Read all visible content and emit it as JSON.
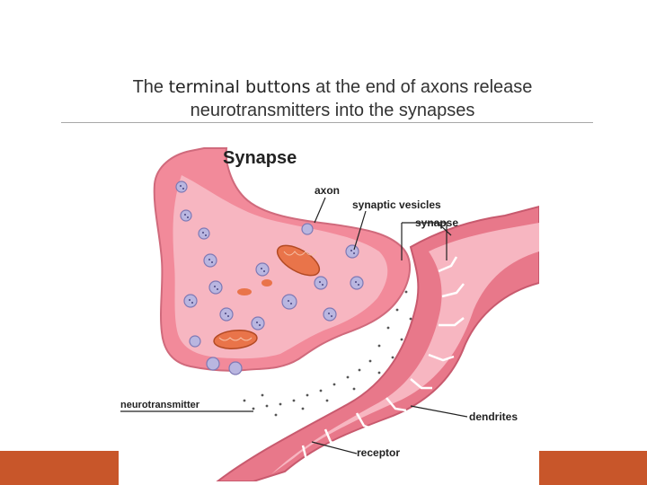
{
  "caption": {
    "before": "The ",
    "emphasis": "terminal buttons",
    "after": " at the end of axons release",
    "line2": "neurotransmitters into the synapses"
  },
  "diagram": {
    "title": "Synapse",
    "labels": {
      "axon": "axon",
      "synaptic_vesicles": "synaptic vesicles",
      "synapse": "synapse",
      "neurotransmitter": "neurotransmitter",
      "dendrites": "dendrites",
      "receptor": "receptor"
    }
  },
  "colors": {
    "accent_bar": "#c8562a",
    "terminal": "#f28a9a",
    "terminal_inner": "#f7b6c1",
    "dendrite": "#e8788a",
    "vesicle": "#b9b6e0",
    "mitochondria": "#e9744a"
  }
}
